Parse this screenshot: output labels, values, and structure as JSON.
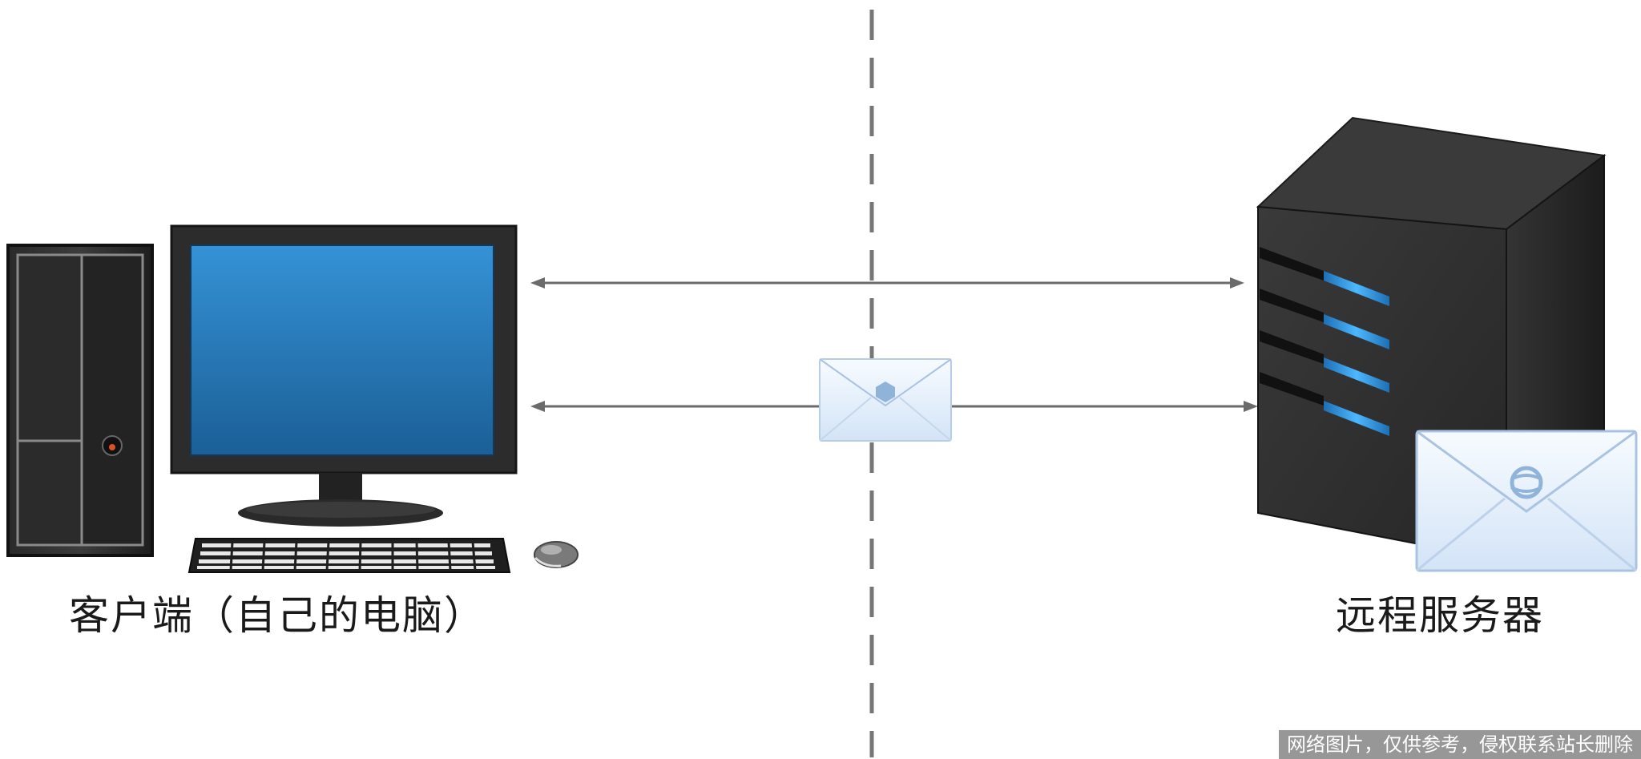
{
  "labels": {
    "client": "客户端（自己的电脑）",
    "server": "远程服务器"
  },
  "watermark": "网络图片，仅供参考，侵权联系站长删除",
  "colors": {
    "arrow": "#6b6b6b",
    "divider": "#777777",
    "screen": "#2a86c8",
    "server_light": "#3fa9f5",
    "envelope": "#e6f0fb"
  },
  "icons": [
    "desktop-tower-icon",
    "monitor-icon",
    "keyboard-icon",
    "mouse-icon",
    "envelope-icon",
    "server-icon"
  ]
}
